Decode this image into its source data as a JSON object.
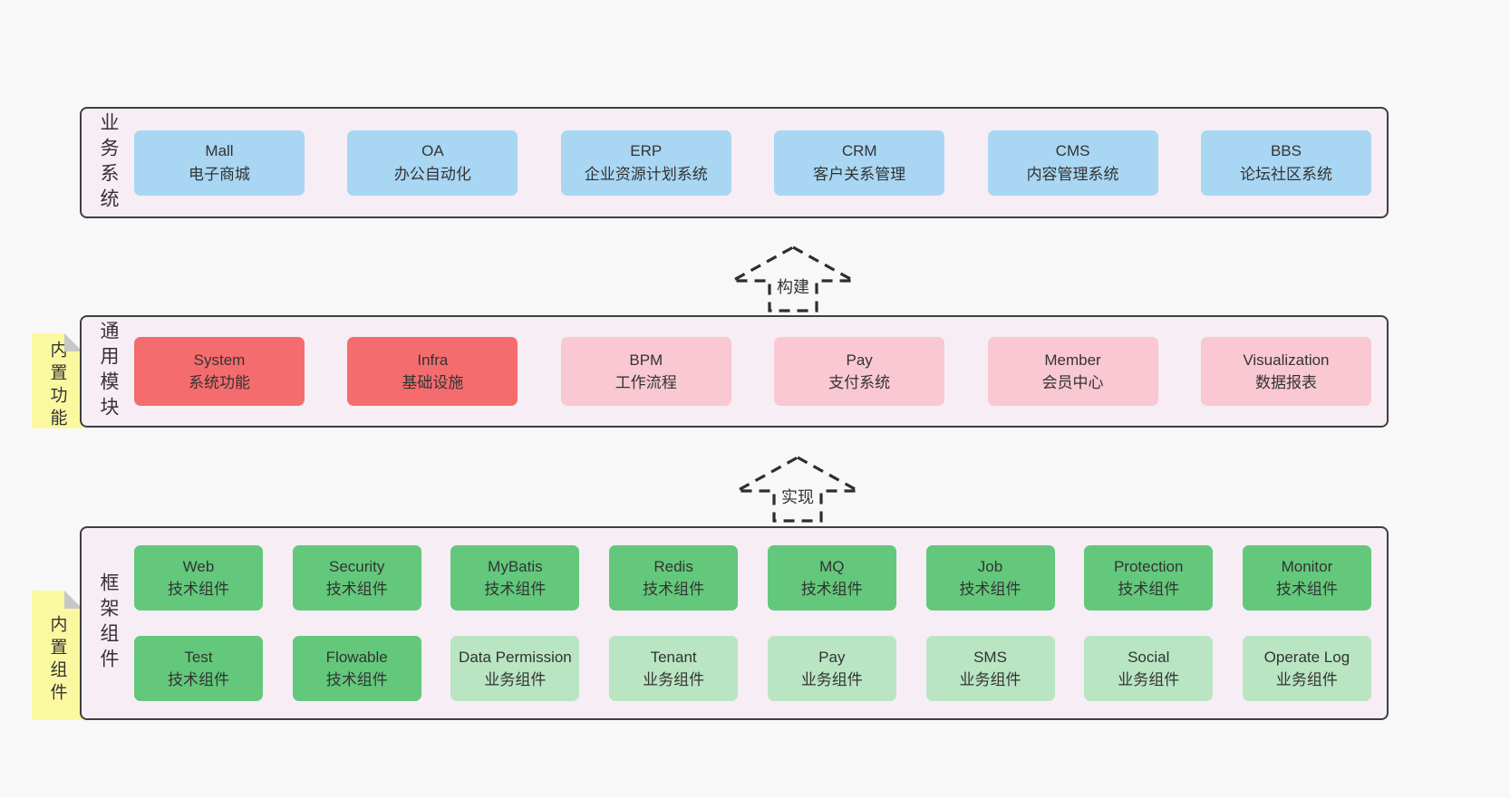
{
  "colors": {
    "page_bg": "#f8f8f8",
    "panel_bg": "#f7edf5",
    "panel_border": "#3f3f3f",
    "blue": "#a9d6f2",
    "red": "#f56c6e",
    "pink": "#f9c8d2",
    "green": "#63c87b",
    "light_green": "#b9e5c3",
    "sticky_yellow": "#fbf9a0",
    "sticky_fold": "#c7c7c7",
    "text": "#333333"
  },
  "arrows": [
    {
      "label": "构建"
    },
    {
      "label": "实现"
    }
  ],
  "layers": [
    {
      "label": "业务系统",
      "boxes": [
        {
          "title": "Mall",
          "subtitle": "电子商城"
        },
        {
          "title": "OA",
          "subtitle": "办公自动化"
        },
        {
          "title": "ERP",
          "subtitle": "企业资源计划系统"
        },
        {
          "title": "CRM",
          "subtitle": "客户关系管理"
        },
        {
          "title": "CMS",
          "subtitle": "内容管理系统"
        },
        {
          "title": "BBS",
          "subtitle": "论坛社区系统"
        }
      ]
    },
    {
      "label": "通用模块",
      "sticky": "内置功能",
      "boxes": [
        {
          "title": "System",
          "subtitle": "系统功能"
        },
        {
          "title": "Infra",
          "subtitle": "基础设施"
        },
        {
          "title": "BPM",
          "subtitle": "工作流程"
        },
        {
          "title": "Pay",
          "subtitle": "支付系统"
        },
        {
          "title": "Member",
          "subtitle": "会员中心"
        },
        {
          "title": "Visualization",
          "subtitle": "数据报表"
        }
      ]
    },
    {
      "label": "框架组件",
      "sticky": "内置组件",
      "row1": [
        {
          "title": "Web",
          "subtitle": "技术组件"
        },
        {
          "title": "Security",
          "subtitle": "技术组件"
        },
        {
          "title": "MyBatis",
          "subtitle": "技术组件"
        },
        {
          "title": "Redis",
          "subtitle": "技术组件"
        },
        {
          "title": "MQ",
          "subtitle": "技术组件"
        },
        {
          "title": "Job",
          "subtitle": "技术组件"
        },
        {
          "title": "Protection",
          "subtitle": "技术组件"
        },
        {
          "title": "Monitor",
          "subtitle": "技术组件"
        }
      ],
      "row2": [
        {
          "title": "Test",
          "subtitle": "技术组件"
        },
        {
          "title": "Flowable",
          "subtitle": "技术组件"
        },
        {
          "title": "Data Permission",
          "subtitle": "业务组件"
        },
        {
          "title": "Tenant",
          "subtitle": "业务组件"
        },
        {
          "title": "Pay",
          "subtitle": "业务组件"
        },
        {
          "title": "SMS",
          "subtitle": "业务组件"
        },
        {
          "title": "Social",
          "subtitle": "业务组件"
        },
        {
          "title": "Operate Log",
          "subtitle": "业务组件"
        }
      ]
    }
  ]
}
